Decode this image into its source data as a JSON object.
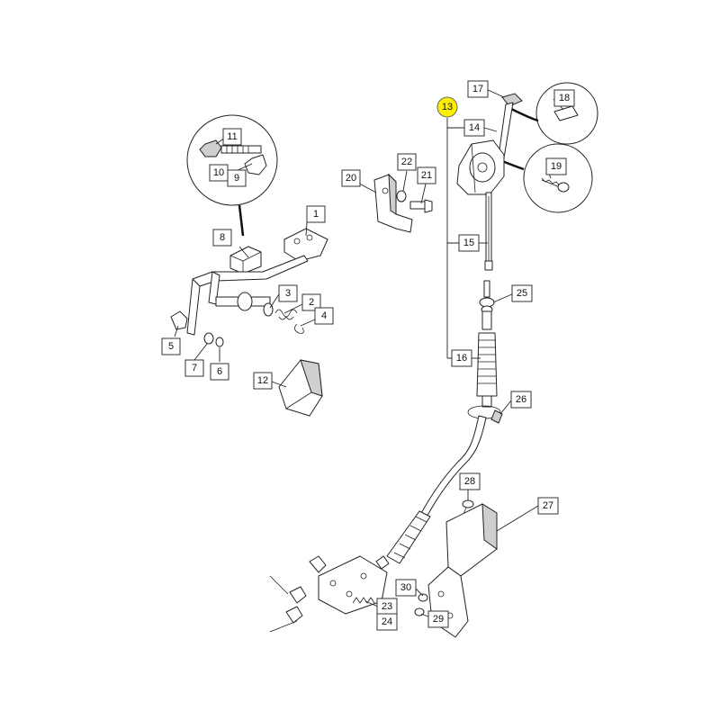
{
  "diagram": {
    "highlight_color": "#ffee00",
    "callouts": [
      {
        "id": "c1",
        "label": "1"
      },
      {
        "id": "c2",
        "label": "2"
      },
      {
        "id": "c3",
        "label": "3"
      },
      {
        "id": "c4",
        "label": "4"
      },
      {
        "id": "c5",
        "label": "5"
      },
      {
        "id": "c6",
        "label": "6"
      },
      {
        "id": "c7",
        "label": "7"
      },
      {
        "id": "c8",
        "label": "8"
      },
      {
        "id": "c9",
        "label": "9"
      },
      {
        "id": "c10",
        "label": "10"
      },
      {
        "id": "c11",
        "label": "11"
      },
      {
        "id": "c12",
        "label": "12"
      },
      {
        "id": "c13",
        "label": "13",
        "highlighted": true
      },
      {
        "id": "c14",
        "label": "14"
      },
      {
        "id": "c15",
        "label": "15"
      },
      {
        "id": "c16",
        "label": "16"
      },
      {
        "id": "c17",
        "label": "17"
      },
      {
        "id": "c18",
        "label": "18"
      },
      {
        "id": "c19",
        "label": "19"
      },
      {
        "id": "c20",
        "label": "20"
      },
      {
        "id": "c21",
        "label": "21"
      },
      {
        "id": "c22",
        "label": "22"
      },
      {
        "id": "c23",
        "label": "23"
      },
      {
        "id": "c24",
        "label": "24"
      },
      {
        "id": "c25",
        "label": "25"
      },
      {
        "id": "c26",
        "label": "26"
      },
      {
        "id": "c27",
        "label": "27"
      },
      {
        "id": "c28",
        "label": "28"
      },
      {
        "id": "c29",
        "label": "29"
      },
      {
        "id": "c30",
        "label": "30"
      }
    ]
  }
}
